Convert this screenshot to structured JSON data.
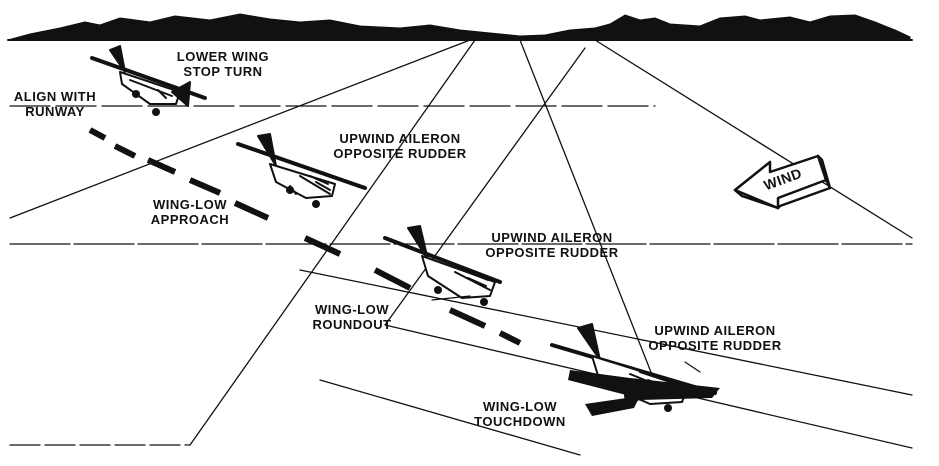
{
  "labels": {
    "lower_wing": [
      "LOWER WING",
      "STOP TURN"
    ],
    "align": [
      "ALIGN WITH",
      "RUNWAY"
    ],
    "upwind1": [
      "UPWIND AILERON",
      "OPPOSITE RUDDER"
    ],
    "approach": [
      "WING-LOW",
      "APPROACH"
    ],
    "upwind2": [
      "UPWIND AILERON",
      "OPPOSITE RUDDER"
    ],
    "roundout": [
      "WING-LOW",
      "ROUNDOUT"
    ],
    "upwind3": [
      "UPWIND AILERON",
      "OPPOSITE RUDDER"
    ],
    "touchdown": [
      "WING-LOW",
      "TOUCHDOWN"
    ],
    "wind": "WIND"
  },
  "colors": {
    "ink": "#111111",
    "paper": "#ffffff"
  }
}
